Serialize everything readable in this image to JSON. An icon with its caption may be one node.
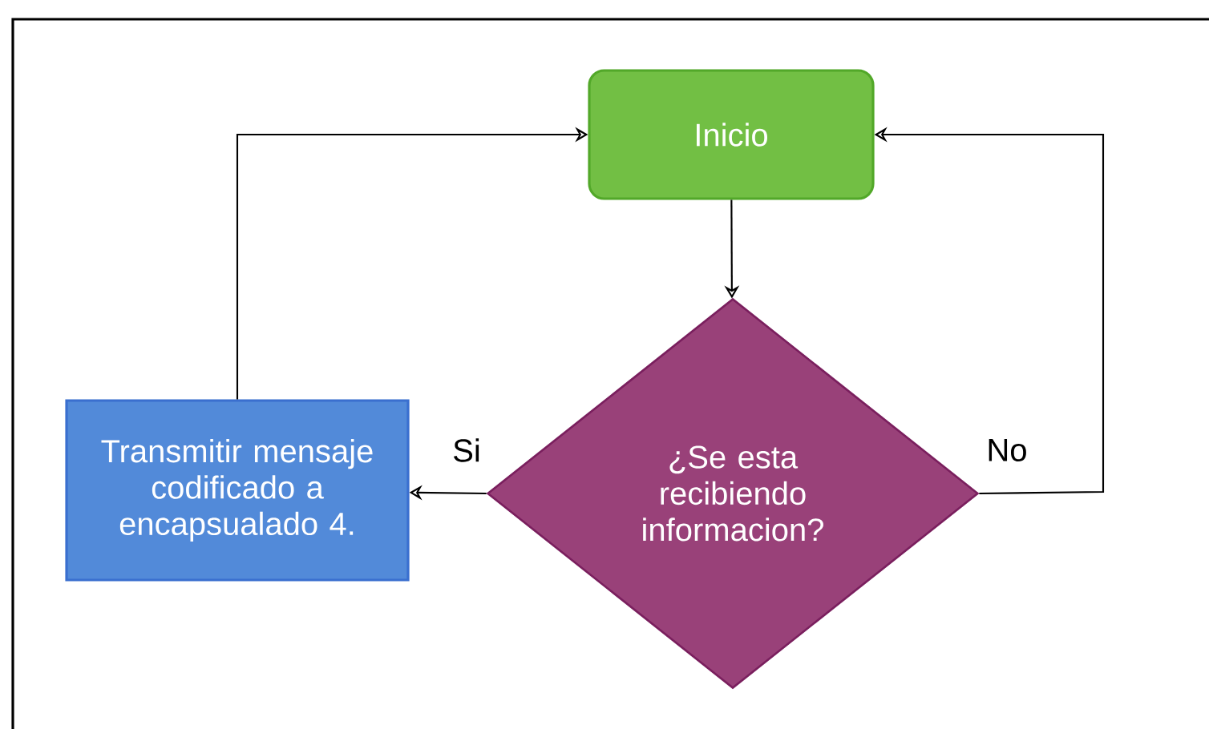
{
  "diagram": {
    "nodes": [
      {
        "text": [
          "Inicio"
        ]
      },
      {
        "text": [
          "¿Se esta recibiendo informacion?"
        ]
      },
      {
        "text": [
          "Transmitir mensaje codificado a encapsualado 4."
        ]
      }
    ],
    "edges": [
      {
        "from": 0,
        "to": 1,
        "arrow": "to"
      },
      {
        "from": 1,
        "to": 2,
        "arrow": "to",
        "label": "Si"
      },
      {
        "from": 2,
        "to": 0,
        "arrow": "to"
      },
      {
        "from": 1,
        "to": 0,
        "arrow": "to",
        "label": "No"
      }
    ]
  }
}
